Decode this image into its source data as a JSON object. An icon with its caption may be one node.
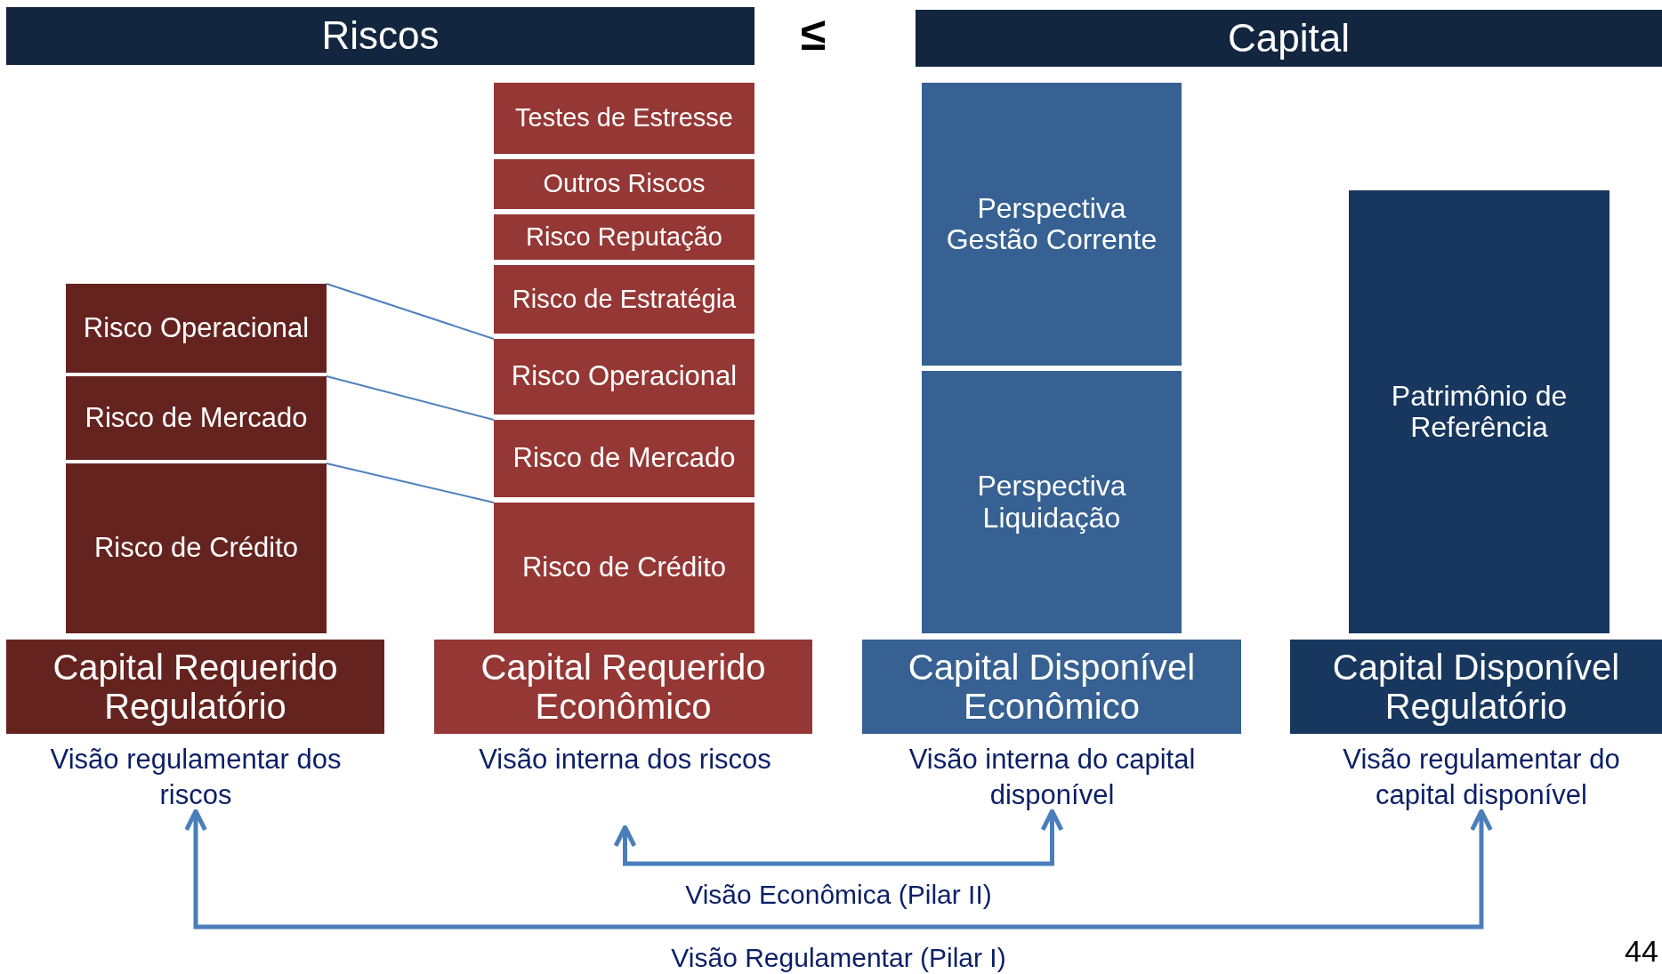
{
  "diagram": {
    "nodes": [
      {
        "text": [
          "Riscos"
        ]
      },
      {
        "text": [
          "Capital"
        ]
      },
      {
        "text": [
          "Testes de Estresse"
        ]
      },
      {
        "text": [
          "Outros Riscos"
        ]
      },
      {
        "text": [
          "Risco Reputação"
        ]
      },
      {
        "text": [
          "Risco de Estratégia"
        ]
      },
      {
        "text": [
          "Perspectiva Gestão Corrente"
        ]
      },
      {
        "text": [
          "Patrimônio de Referência"
        ]
      },
      {
        "text": [
          "Risco Operacional"
        ]
      },
      {
        "text": [
          "Risco Operacional"
        ]
      },
      {
        "text": [
          "Risco de Mercado"
        ]
      },
      {
        "text": [
          "Risco de Mercado"
        ]
      },
      {
        "text": [
          "Perspectiva Liquidação"
        ]
      },
      {
        "text": [
          "Risco de Crédito"
        ]
      },
      {
        "text": [
          "Risco de Crédito"
        ]
      },
      {
        "text": [
          "Capital Requerido Regulatório"
        ]
      },
      {
        "text": [
          "Capital Requerido Econômico"
        ]
      },
      {
        "text": [
          "Capital Disponível Econômico"
        ]
      },
      {
        "text": [
          "Capital Disponível Regulatório"
        ]
      },
      {
        "text": [
          "Visão regulamentar dos riscos"
        ]
      },
      {
        "text": [
          "Visão interna dos riscos"
        ]
      },
      {
        "text": [
          "Visão interna do capital disponível"
        ]
      },
      {
        "text": [
          "Visão regulamentar do capital disponível"
        ]
      }
    ],
    "edges": [
      {
        "from": 8,
        "to": 9,
        "arrow": "none"
      },
      {
        "from": 10,
        "to": 11,
        "arrow": "none"
      },
      {
        "from": 13,
        "to": 14,
        "arrow": "none"
      },
      {
        "from": 20,
        "to": 21,
        "arrow": "both",
        "label": "Visão Econômica (Pilar II)",
        "style": "thick"
      },
      {
        "from": 19,
        "to": 22,
        "arrow": "both",
        "label": "Visão Regulamentar (Pilar I)",
        "style": "thick"
      }
    ],
    "labels": [
      "≤",
      "44"
    ]
  }
}
